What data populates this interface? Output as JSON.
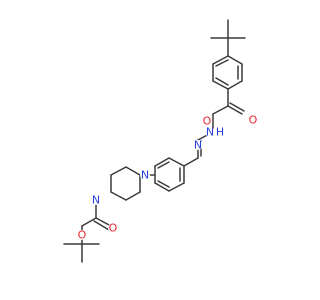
{
  "molecule": {
    "atom_labels": [
      {
        "id": "o-ester-carbonyl-top",
        "text": "O",
        "color": "#e8262c"
      },
      {
        "id": "o-ester-link",
        "text": "O",
        "color": "#e8262c"
      },
      {
        "id": "n-hydrazide-nh",
        "text": "N",
        "color": "#2a3fe0"
      },
      {
        "id": "h-hydrazide",
        "text": "H",
        "color": "#2a3fe0"
      },
      {
        "id": "n-imine",
        "text": "N",
        "color": "#2a3fe0"
      },
      {
        "id": "n-piperazine-aryl",
        "text": "N",
        "color": "#2a3fe0"
      },
      {
        "id": "n-piperazine-boc",
        "text": "N",
        "color": "#2a3fe0"
      },
      {
        "id": "o-boc-carbonyl",
        "text": "O",
        "color": "#e8262c"
      },
      {
        "id": "o-boc-link",
        "text": "O",
        "color": "#e8262c"
      }
    ]
  }
}
